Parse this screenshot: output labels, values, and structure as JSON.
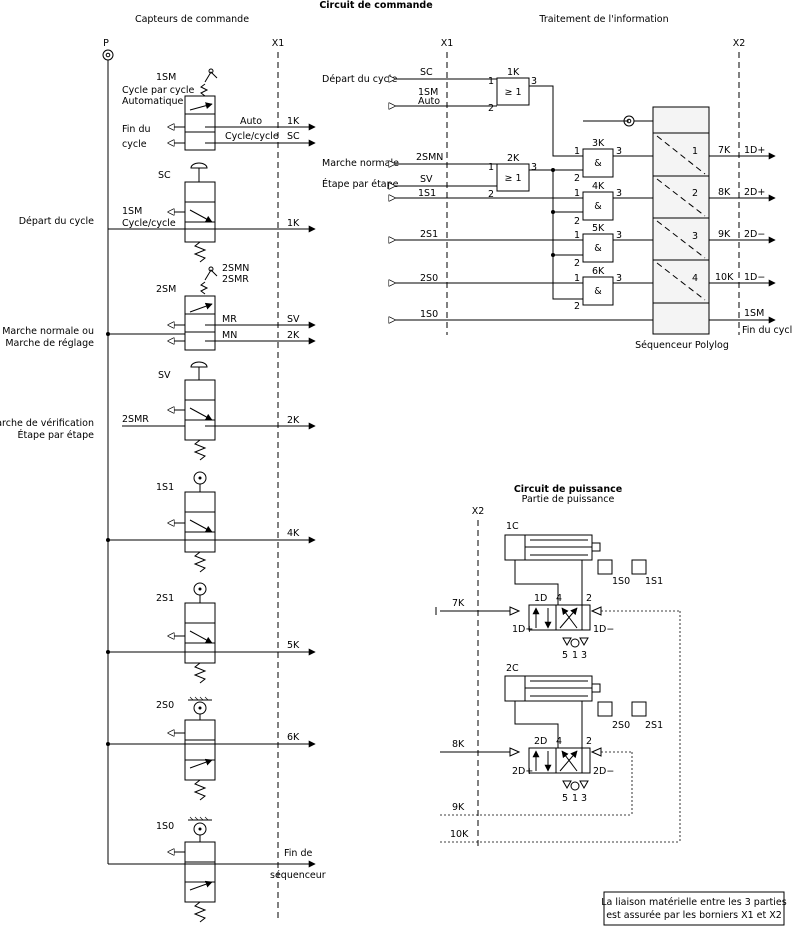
{
  "titles": {
    "main": "Circuit de commande",
    "left": "Capteurs de commande",
    "right": "Traitement de l'information",
    "power": "Circuit de puissance",
    "power_sub": "Partie de puissance"
  },
  "terminals": {
    "x1": "X1",
    "x2": "X2",
    "p": "P"
  },
  "side_labels": {
    "depart": "Départ du cycle",
    "marche_normale_1": "Marche normale ou",
    "marche_normale_2": "Marche de réglage",
    "verif_1": "Marche de vérification",
    "verif_2": "Étape par étape"
  },
  "sensors": {
    "s1sm": {
      "name": "1SM",
      "desc1": "Cycle par cycle",
      "desc2": "Automatique",
      "fin1": "Fin du",
      "fin2": "cycle",
      "out_auto": "Auto",
      "out_auto_sig": "1K",
      "out_cyc": "Cycle/cycle",
      "out_cyc_sig": "SC"
    },
    "sc": {
      "name": "SC",
      "in1": "1SM",
      "in2": "Cycle/cycle",
      "out_sig": "1K"
    },
    "s2sm": {
      "name": "2SM",
      "n1": "2SMN",
      "n2": "2SMR",
      "out_mr": "MR",
      "out_mr_sig": "SV",
      "out_mn": "MN",
      "out_mn_sig": "2K"
    },
    "sv": {
      "name": "SV",
      "in": "2SMR",
      "out_sig": "2K"
    },
    "s1s1": {
      "name": "1S1",
      "out_sig": "4K"
    },
    "s2s1": {
      "name": "2S1",
      "out_sig": "5K"
    },
    "s2s0": {
      "name": "2S0",
      "out_sig": "6K"
    },
    "s1s0": {
      "name": "1S0",
      "out_sig1": "Fin de",
      "out_sig2": "séquenceur"
    }
  },
  "logic": {
    "inputs": {
      "depart": "Départ du cycle",
      "sc": "SC",
      "s1sm": "1SM",
      "auto": "Auto",
      "marche": "Marche normale",
      "s2smn": "2SMN",
      "etape": "Étape par étape",
      "sv": "SV",
      "s1s1": "1S1",
      "s2s1": "2S1",
      "s2s0": "2S0",
      "s1s0": "1S0"
    },
    "gates": {
      "g1k": {
        "name": "1K",
        "sym": "≥ 1",
        "in1": "1",
        "in2": "2",
        "out": "3"
      },
      "g2k": {
        "name": "2K",
        "sym": "≥ 1",
        "in1": "1",
        "in2": "2",
        "out": "3"
      },
      "g3k": {
        "name": "3K",
        "sym": "&",
        "in1": "1",
        "in2": "2",
        "out": "3"
      },
      "g4k": {
        "name": "4K",
        "sym": "&",
        "in1": "1",
        "in2": "2",
        "out": "3"
      },
      "g5k": {
        "name": "5K",
        "sym": "&",
        "in1": "1",
        "in2": "2",
        "out": "3"
      },
      "g6k": {
        "name": "6K",
        "sym": "&",
        "in1": "1",
        "in2": "2",
        "out": "3"
      }
    },
    "sequencer": {
      "name": "Séquenceur Polylog",
      "steps": [
        "1",
        "2",
        "3",
        "4"
      ],
      "outputs": [
        {
          "sig": "7K",
          "act": "1D+"
        },
        {
          "sig": "8K",
          "act": "2D+"
        },
        {
          "sig": "9K",
          "act": "2D−"
        },
        {
          "sig": "10K",
          "act": "1D−"
        }
      ],
      "end_sig": "1SM",
      "end_label": "Fin du cycle"
    }
  },
  "power": {
    "x2": "X2",
    "cyl1": {
      "name": "1C",
      "s0": "1S0",
      "s1": "1S1"
    },
    "cyl2": {
      "name": "2C",
      "s0": "2S0",
      "s1": "2S1"
    },
    "valve1": {
      "name": "1D",
      "plus": "1D+",
      "minus": "1D−",
      "p4": "4",
      "p2": "2",
      "p5": "5",
      "p1": "1",
      "p3": "3"
    },
    "valve2": {
      "name": "2D",
      "plus": "2D+",
      "minus": "2D−",
      "p4": "4",
      "p2": "2",
      "p5": "5",
      "p1": "1",
      "p3": "3"
    },
    "signals": [
      "7K",
      "8K",
      "9K",
      "10K"
    ]
  },
  "note": {
    "line1": "La liaison matérielle entre les 3 parties",
    "line2": "est assurée par les borniers X1 et X2"
  }
}
